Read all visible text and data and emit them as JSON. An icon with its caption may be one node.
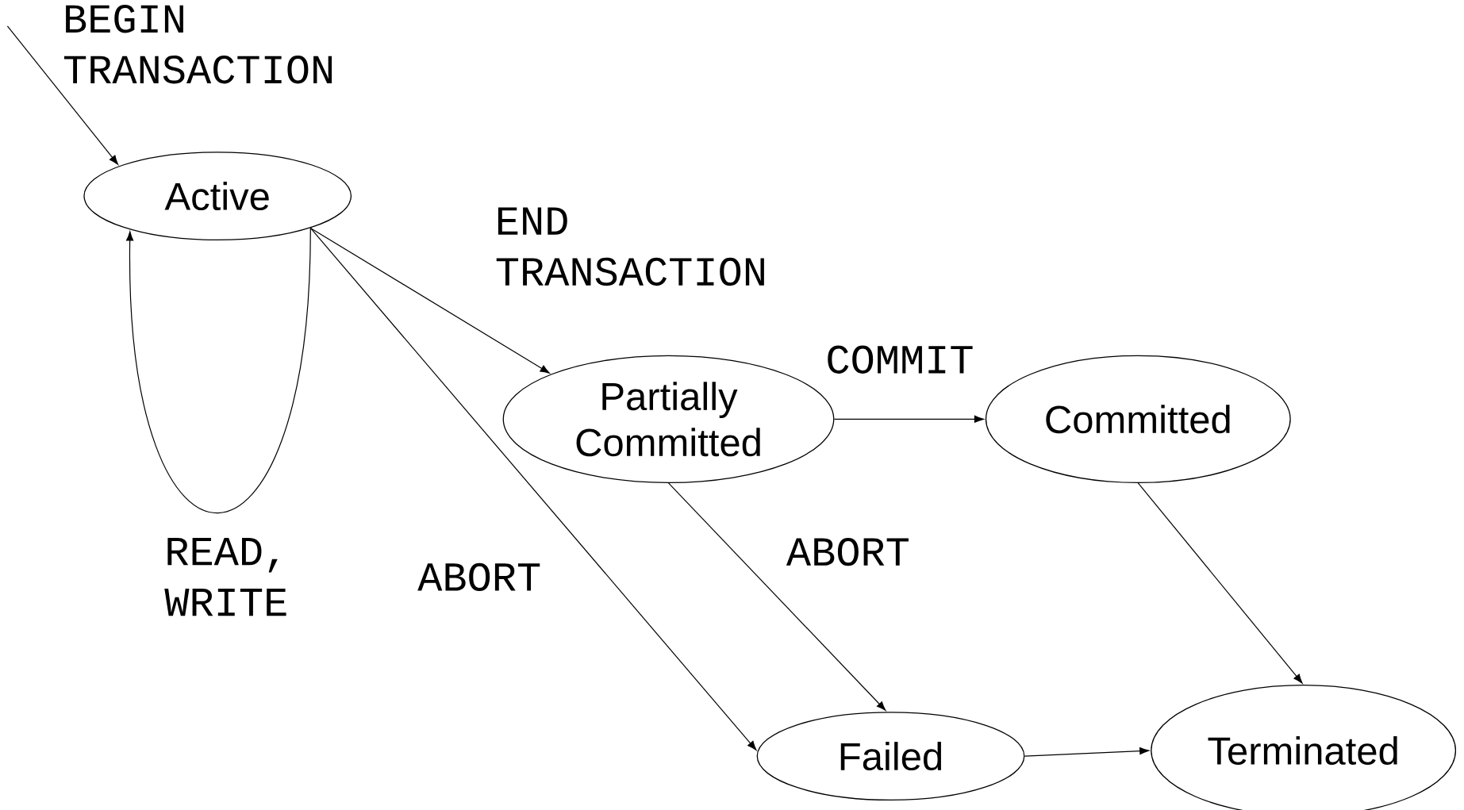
{
  "diagram": {
    "nodes": [
      {
        "text": [
          "Active"
        ]
      },
      {
        "text": [
          "Partially Committed"
        ]
      },
      {
        "text": [
          "Committed"
        ]
      },
      {
        "text": [
          "Failed"
        ]
      },
      {
        "text": [
          "Terminated"
        ]
      }
    ],
    "edges": [
      {
        "from": null,
        "to": 0,
        "arrow": "to",
        "label": "BEGIN TRANSACTION"
      },
      {
        "from": 0,
        "to": 0,
        "arrow": "to",
        "label": "READ, WRITE"
      },
      {
        "from": 0,
        "to": 1,
        "arrow": "to",
        "label": "END TRANSACTION"
      },
      {
        "from": 0,
        "to": 3,
        "arrow": "to",
        "label": "ABORT"
      },
      {
        "from": 1,
        "to": 2,
        "arrow": "to",
        "label": "COMMIT"
      },
      {
        "from": 1,
        "to": 3,
        "arrow": "to",
        "label": "ABORT"
      },
      {
        "from": 2,
        "to": 4,
        "arrow": "to"
      },
      {
        "from": 3,
        "to": 4,
        "arrow": "to"
      }
    ]
  }
}
